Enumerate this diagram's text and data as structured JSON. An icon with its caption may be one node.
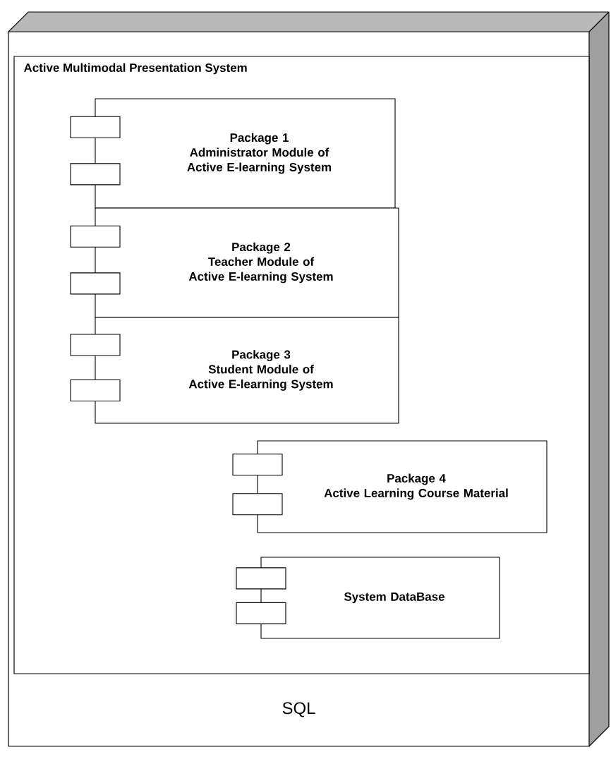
{
  "diagram": {
    "nodes": [
      {
        "text": [
          "SQL"
        ]
      },
      {
        "text": [
          "Active Multimodal Presentation System"
        ],
        "in": 0
      },
      {
        "text": [
          "Package 1",
          "Administrator Module of Active E-learning System"
        ],
        "in": 1
      },
      {
        "text": [
          "Package 2",
          "Teacher Module of Active E-learning System"
        ],
        "in": 1
      },
      {
        "text": [
          "Package 3",
          "Student Module of Active E-learning System"
        ],
        "in": 1
      },
      {
        "text": [
          "Package 4",
          "Active Learning Course Material"
        ],
        "in": 1
      },
      {
        "text": [
          "System DataBase"
        ],
        "in": 1
      }
    ]
  }
}
